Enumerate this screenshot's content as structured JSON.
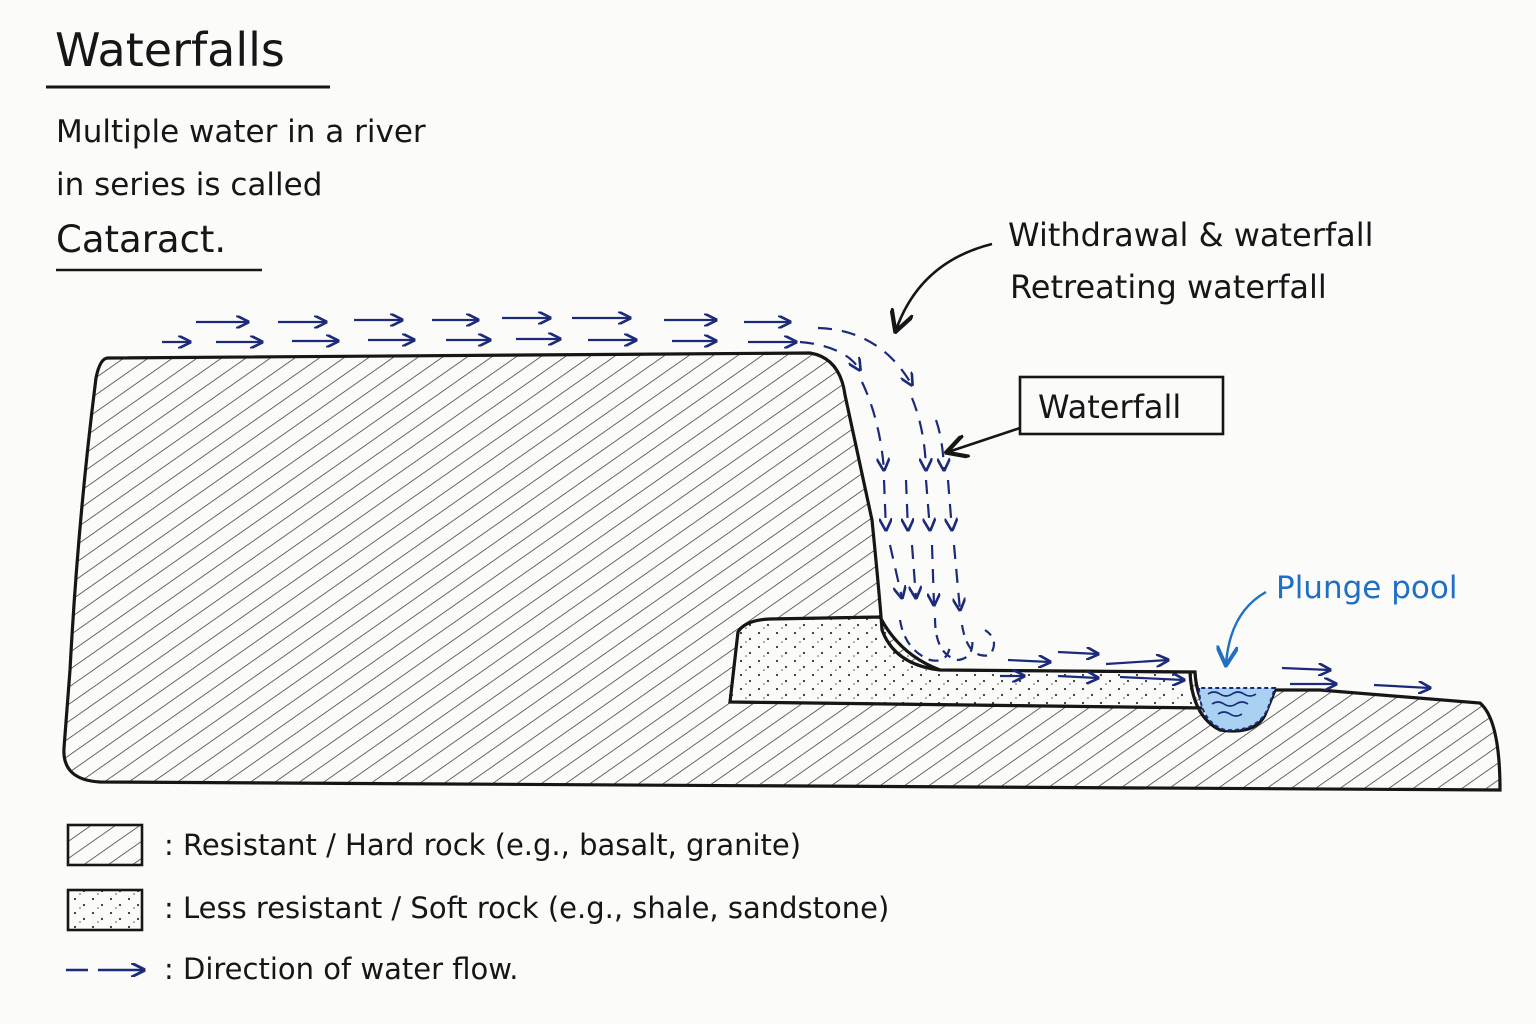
{
  "title": "Waterfalls",
  "note": {
    "line1": "Multiple water in a river",
    "line2": "in series is called",
    "line3": "Cataract."
  },
  "labels": {
    "retreat_line1": "Withdrawal & waterfall",
    "retreat_line2": "Retreating waterfall",
    "waterfall": "Waterfall",
    "plunge_pool": "Plunge pool"
  },
  "legend": {
    "hard_rock": ": Resistant / Hard rock (e.g., basalt, granite)",
    "soft_rock": ": Less resistant / Soft rock (e.g., shale, sandstone)",
    "flow": ": Direction of water flow."
  },
  "colors": {
    "ink": "#161616",
    "water": "#1c2a7a",
    "pool_label": "#1f6fc4",
    "pool_fill": "#a9d1f2"
  }
}
